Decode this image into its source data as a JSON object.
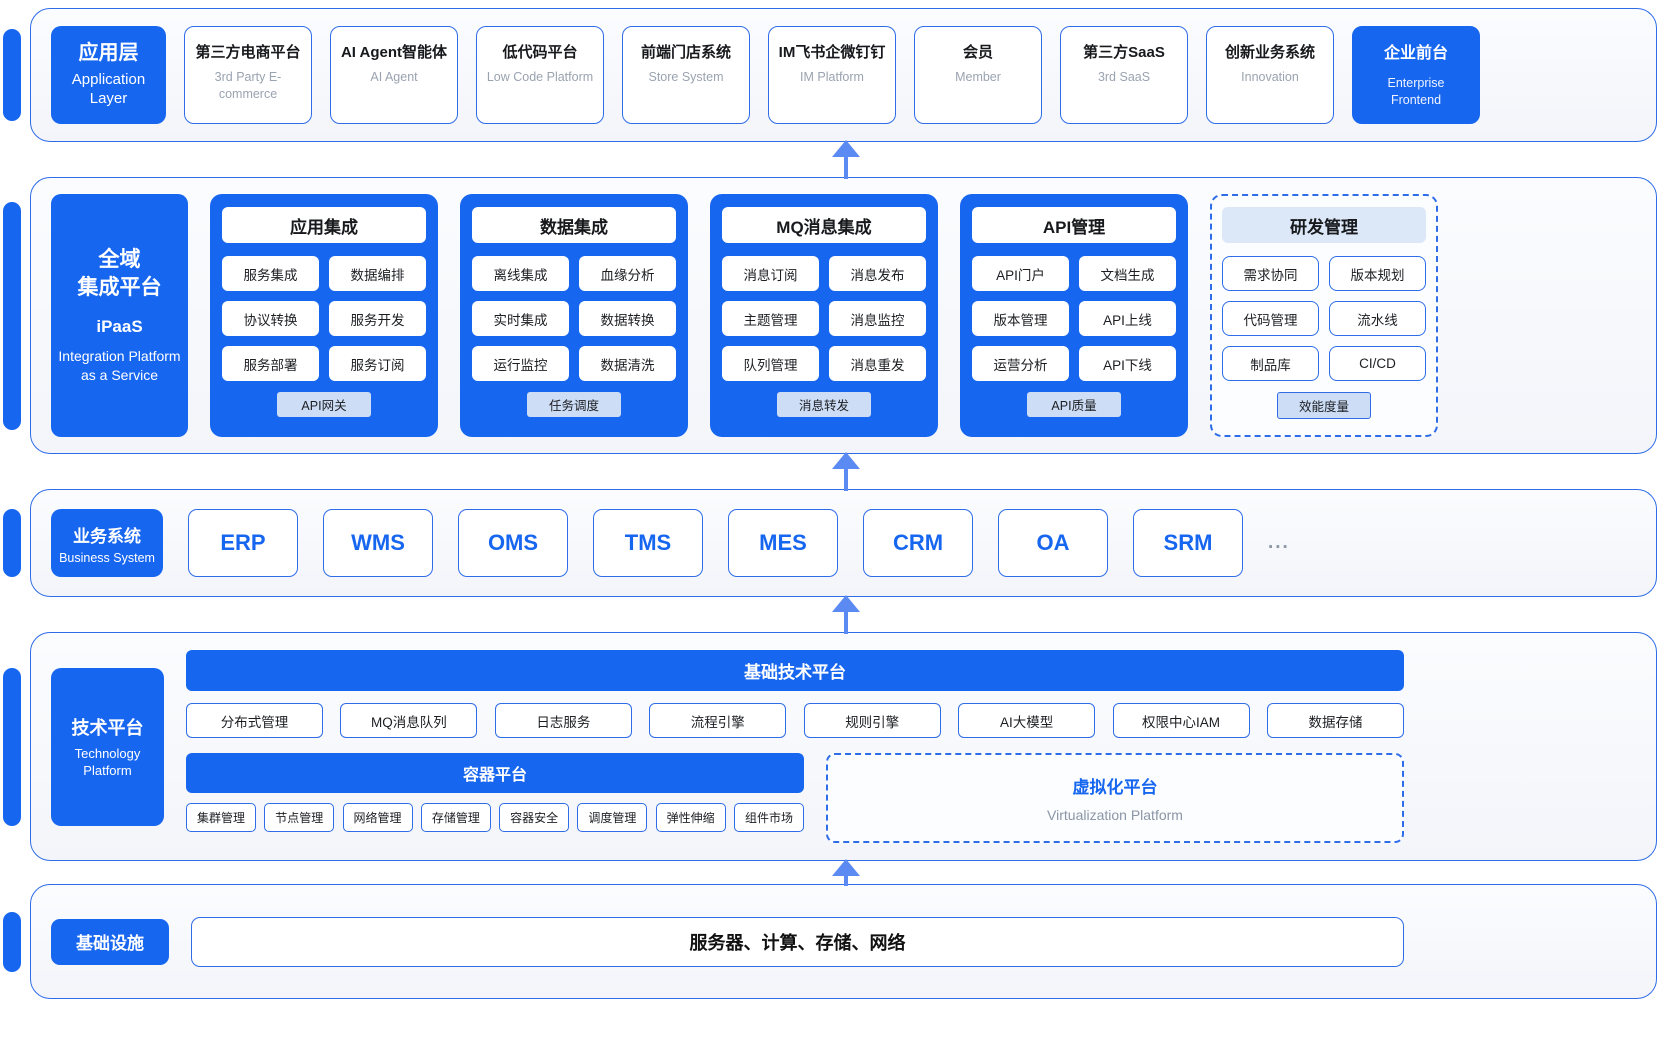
{
  "colors": {
    "primary": "#1766f0",
    "border": "#2e6ce8",
    "panel_bg": "#f3f5fa",
    "arrow": "#5b8bf2",
    "muted": "#9aa3b0",
    "tag_bg": "#cdddf5",
    "dash_header_bg": "#dce8f8"
  },
  "layers": {
    "application": {
      "label": {
        "title": "应用层",
        "subtitle": "Application Layer"
      },
      "cards": [
        {
          "title": "第三方电商平台",
          "subtitle": "3rd Party E-commerce"
        },
        {
          "title": "AI Agent智能体",
          "subtitle": "AI Agent"
        },
        {
          "title": "低代码平台",
          "subtitle": "Low Code Platform"
        },
        {
          "title": "前端门店系统",
          "subtitle": "Store System"
        },
        {
          "title": "IM飞书企微钉钉",
          "subtitle": "IM Platform"
        },
        {
          "title": "会员",
          "subtitle": "Member"
        },
        {
          "title": "第三方SaaS",
          "subtitle": "3rd SaaS"
        },
        {
          "title": "创新业务系统",
          "subtitle": "Innovation"
        }
      ],
      "highlight_card": {
        "title": "企业前台",
        "subtitle": "Enterprise Frontend"
      }
    },
    "ipaas": {
      "label": {
        "title_line1": "全域",
        "title_line2": "集成平台",
        "acronym": "iPaaS",
        "subtitle": "Integration Platform as a Service"
      },
      "columns": [
        {
          "title": "应用集成",
          "items": [
            "服务集成",
            "数据编排",
            "协议转换",
            "服务开发",
            "服务部署",
            "服务订阅"
          ],
          "tag": "API网关"
        },
        {
          "title": "数据集成",
          "items": [
            "离线集成",
            "血缘分析",
            "实时集成",
            "数据转换",
            "运行监控",
            "数据清洗"
          ],
          "tag": "任务调度"
        },
        {
          "title": "MQ消息集成",
          "items": [
            "消息订阅",
            "消息发布",
            "主题管理",
            "消息监控",
            "队列管理",
            "消息重发"
          ],
          "tag": "消息转发"
        },
        {
          "title": "API管理",
          "items": [
            "API门户",
            "文档生成",
            "版本管理",
            "API上线",
            "运营分析",
            "API下线"
          ],
          "tag": "API质量"
        },
        {
          "title": "研发管理",
          "items": [
            "需求协同",
            "版本规划",
            "代码管理",
            "流水线",
            "制品库",
            "CI/CD"
          ],
          "tag": "效能度量"
        }
      ]
    },
    "business": {
      "label": {
        "title": "业务系统",
        "subtitle": "Business System"
      },
      "systems": [
        "ERP",
        "WMS",
        "OMS",
        "TMS",
        "MES",
        "CRM",
        "OA",
        "SRM"
      ],
      "more": "..."
    },
    "technology": {
      "label": {
        "title": "技术平台",
        "subtitle": "Technology Platform"
      },
      "base_platform": {
        "title": "基础技术平台",
        "items": [
          "分布式管理",
          "MQ消息队列",
          "日志服务",
          "流程引擎",
          "规则引擎",
          "AI大模型",
          "权限中心IAM",
          "数据存储"
        ]
      },
      "container_platform": {
        "title": "容器平台",
        "items": [
          "集群管理",
          "节点管理",
          "网络管理",
          "存储管理",
          "容器安全",
          "调度管理",
          "弹性伸缩",
          "组件市场"
        ]
      },
      "virtualization": {
        "title": "虚拟化平台",
        "subtitle": "Virtualization Platform"
      }
    },
    "infrastructure": {
      "label": {
        "title": "基础设施"
      },
      "content": "服务器、计算、存储、网络"
    }
  }
}
